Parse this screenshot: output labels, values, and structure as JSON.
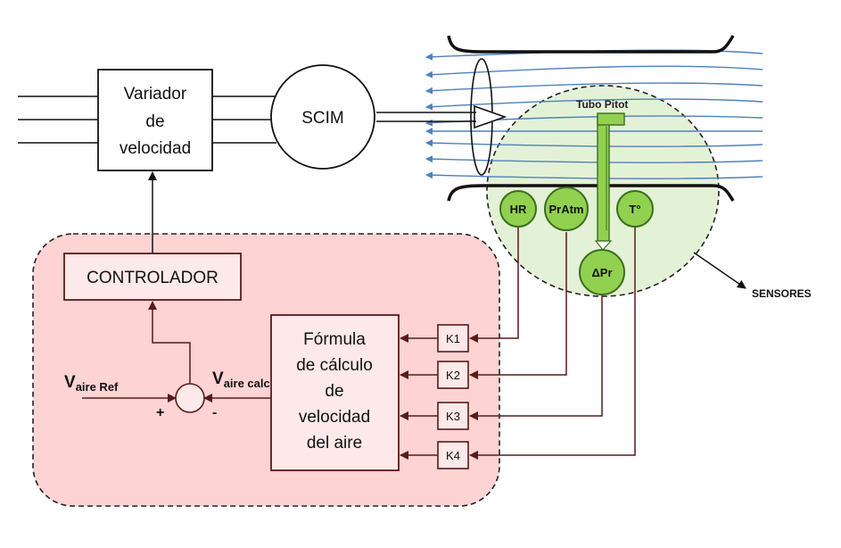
{
  "blocks": {
    "variador": [
      "Variador",
      "de",
      "velocidad"
    ],
    "scim": "SCIM",
    "controlador": "CONTROLADOR",
    "formula": [
      "Fórmula",
      "de cálculo",
      "de",
      "velocidad",
      "del aire"
    ],
    "gains": [
      "K1",
      "K2",
      "K3",
      "K4"
    ]
  },
  "sensors": {
    "pitot_label": "Tubo Pitot",
    "hr": "HR",
    "pratm": "PrAtm",
    "temp": "T°",
    "dpr": "ΔPr",
    "group_label": "SENSORES"
  },
  "summing": {
    "ref_main": "V",
    "ref_sub": "aire Ref",
    "calc_main": "V",
    "calc_sub": "aire calc",
    "plus": "+",
    "minus": "-"
  },
  "colors": {
    "control_region_fill": "#fdd3d3",
    "sensor_region_fill": "#e3f1d6",
    "sensor_fill": "#92d050",
    "sensor_stroke": "#3a6e1e",
    "block_fill": "#fde9e9",
    "airflow": "#4f81bd",
    "signal": "#5a1a1a"
  }
}
